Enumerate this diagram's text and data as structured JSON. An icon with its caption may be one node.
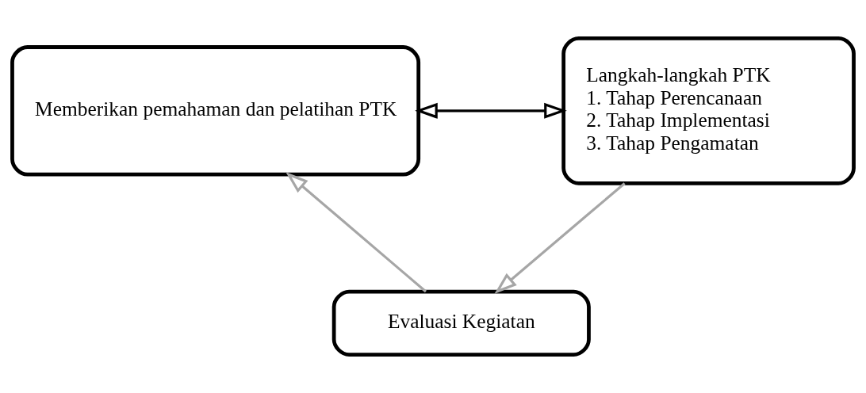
{
  "diagram": {
    "nodes": [
      {
        "text": [
          "Memberikan pemahaman dan pelatihan PTK"
        ]
      },
      {
        "text": [
          "Langkah-langkah PTK",
          "1. Tahap Perencanaan",
          "2. Tahap Implementasi",
          "3. Tahap Pengamatan"
        ]
      },
      {
        "text": [
          "Evaluasi Kegiatan"
        ]
      }
    ],
    "edges": [
      {
        "from": 0,
        "to": 1,
        "arrow": "both",
        "color": "#000000"
      },
      {
        "from": 1,
        "to": 2,
        "arrow": "to"
      },
      {
        "from": 2,
        "to": 0,
        "arrow": "to"
      }
    ]
  }
}
